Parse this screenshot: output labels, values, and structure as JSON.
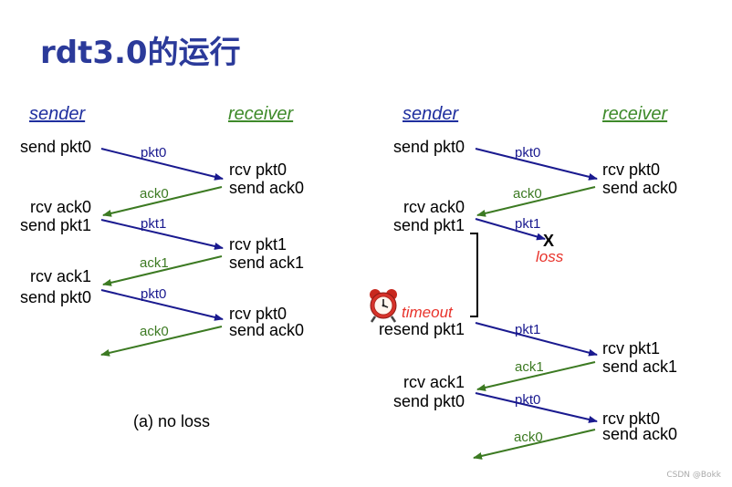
{
  "title": "rdt3.0的运行",
  "colors": {
    "title": "#2b3a9a",
    "sender_header": "#1f2f9f",
    "receiver_header": "#3e8a2a",
    "pkt": "#1a1a8f",
    "ack": "#3c7a22",
    "loss": "#e8332b"
  },
  "left": {
    "sender_header": "sender",
    "receiver_header": "receiver",
    "sender_labels": [
      "send pkt0",
      "rcv ack0",
      "send pkt1",
      "rcv ack1",
      "send pkt0"
    ],
    "receiver_labels": [
      "rcv pkt0",
      "send ack0",
      "rcv pkt1",
      "send ack1",
      "rcv pkt0",
      "send ack0"
    ],
    "messages": [
      "pkt0",
      "ack0",
      "pkt1",
      "ack1",
      "pkt0",
      "ack0"
    ],
    "caption": "(a) no loss"
  },
  "right": {
    "sender_header": "sender",
    "receiver_header": "receiver",
    "sender_labels": [
      "send pkt0",
      "rcv ack0",
      "send pkt1",
      "resend pkt1",
      "rcv ack1",
      "send pkt0"
    ],
    "receiver_labels": [
      "rcv pkt0",
      "send ack0",
      "rcv pkt1",
      "send ack1",
      "rcv pkt0",
      "send ack0"
    ],
    "messages": [
      "pkt0",
      "ack0",
      "pkt1",
      "pkt1",
      "ack1",
      "pkt0",
      "ack0"
    ],
    "loss_mark": "X",
    "loss_label": "loss",
    "timeout_label": "timeout",
    "timer_icon": "alarm-clock-icon"
  },
  "watermark": "CSDN @Bokk"
}
